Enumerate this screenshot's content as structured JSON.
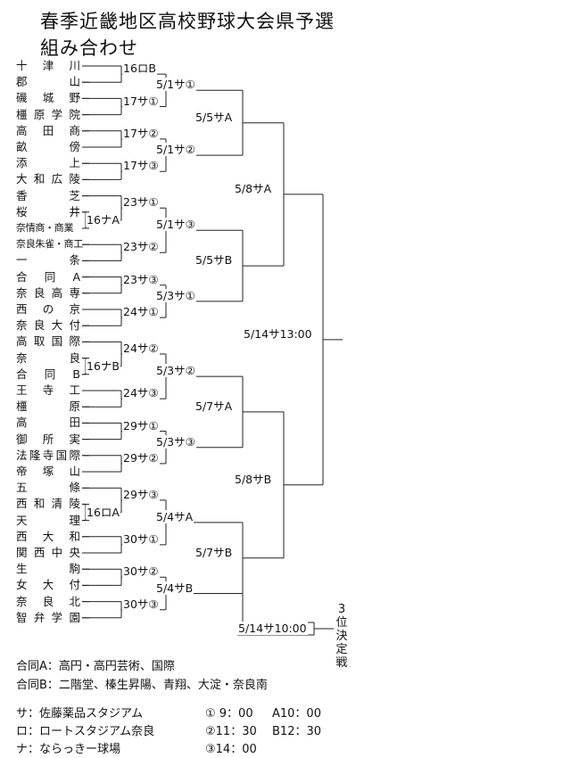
{
  "title_line1": "春季近畿地区高校野球大会県予選",
  "title_line2": "組み合わせ",
  "teams": [
    "十津川",
    "郡山",
    "磯城野",
    "橿原学院",
    "高田商",
    "畝傍",
    "添上",
    "大和広陵",
    "香芝",
    "桜井",
    "奈情商・商業",
    "奈良朱雀・商工",
    "一条",
    "合同A",
    "奈良高専",
    "西の京",
    "奈良大付",
    "高取国際",
    "奈良",
    "合同B",
    "王寺工",
    "橿原",
    "高田",
    "御所実",
    "法隆寺国際",
    "帝塚山",
    "五條",
    "西和清陵",
    "天理",
    "西大和",
    "関西中央",
    "生駒",
    "女大付",
    "奈良北",
    "智弁学園"
  ],
  "game_labels": {
    "r16_1": "16ロB",
    "r16_2": "16ナA",
    "r16_3": "16ナB",
    "r16_4": "16ロA",
    "r32_1": "17サ①",
    "r32_2": "17サ②",
    "r32_3": "17サ③",
    "r32_4": "23サ①",
    "r32_5": "23サ②",
    "r32_6": "23サ③",
    "r32_7": "24サ①",
    "r32_8": "24サ②",
    "r32_9": "24サ③",
    "r32_10": "29サ①",
    "r32_11": "29サ②",
    "r32_12": "29サ③",
    "r32_13": "30サ①",
    "r32_14": "30サ②",
    "r32_15": "30サ③",
    "r8_1": "5/1サ①",
    "r8_2": "5/1サ②",
    "r8_3": "5/1サ③",
    "r8_4": "5/3サ①",
    "r8_5": "5/3サ②",
    "r8_6": "5/3サ③",
    "r8_7": "5/4サA",
    "r8_8": "5/4サB",
    "qf_1": "5/5サA",
    "qf_2": "5/5サB",
    "qf_3": "5/7サA",
    "qf_4": "5/7サB",
    "sf_1": "5/8サA",
    "sf_2": "5/8サB",
    "final": "5/14サ13:00",
    "third_place": "5/14サ10:00"
  },
  "third_place_chars": [
    "3",
    "位",
    "決",
    "定",
    "戦"
  ],
  "notes": {
    "joint_a": "合同A：高円・高円芸術、国際",
    "joint_b": "合同B：二階堂、榛生昇陽、青翔、大淀・奈良南"
  },
  "venues": {
    "sa": "サ：佐藤薬品スタジアム",
    "ro": "ロ：ロートスタジアム奈良",
    "na": "ナ：ならっきー球場"
  },
  "times": {
    "t1": "① 9：00",
    "t2": "②11：30",
    "t3": "③14：00",
    "ta": "A10：00",
    "tb": "B12：30"
  }
}
